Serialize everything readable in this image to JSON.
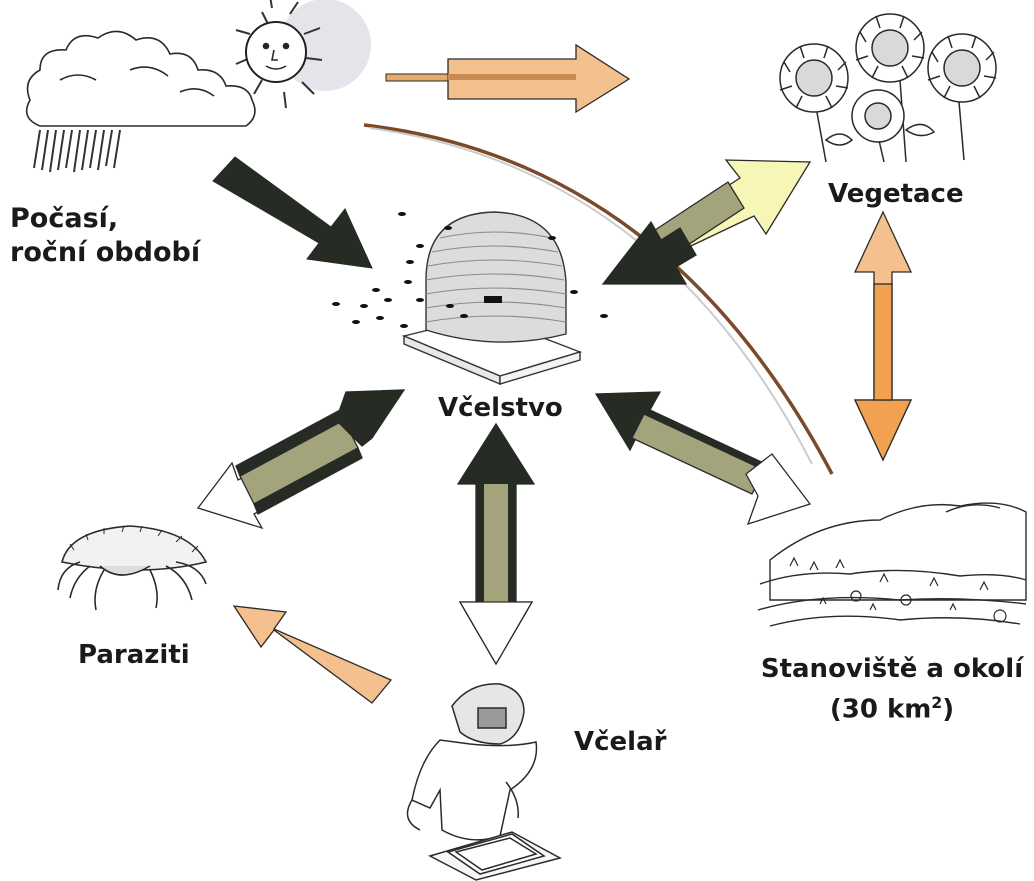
{
  "nodes": {
    "weather_line1": "Počasí,",
    "weather_line2": "roční období",
    "colony": "Včelstvo",
    "vegetation": "Vegetace",
    "site_line1": "Stanoviště a okolí",
    "site_line2_value": "(30 km",
    "site_line2_exp": "2",
    "site_line2_close": ")",
    "parasites": "Paraziti",
    "beekeeper": "Včelař"
  },
  "colors": {
    "dark_arrow": "#262b24",
    "olive_shaft": "#a3a47c",
    "peach_arrow": "#f4c08d",
    "orange_arrow": "#f2a150",
    "light_yellow": "#f7f6b6",
    "brown_curve": "#7a4a2a",
    "ink": "#1a1a1a"
  },
  "icons": [
    "cloud-sun-rain-icon",
    "sunflowers-icon",
    "beehive-icon",
    "landscape-icon",
    "mite-icon",
    "beekeeper-icon"
  ]
}
